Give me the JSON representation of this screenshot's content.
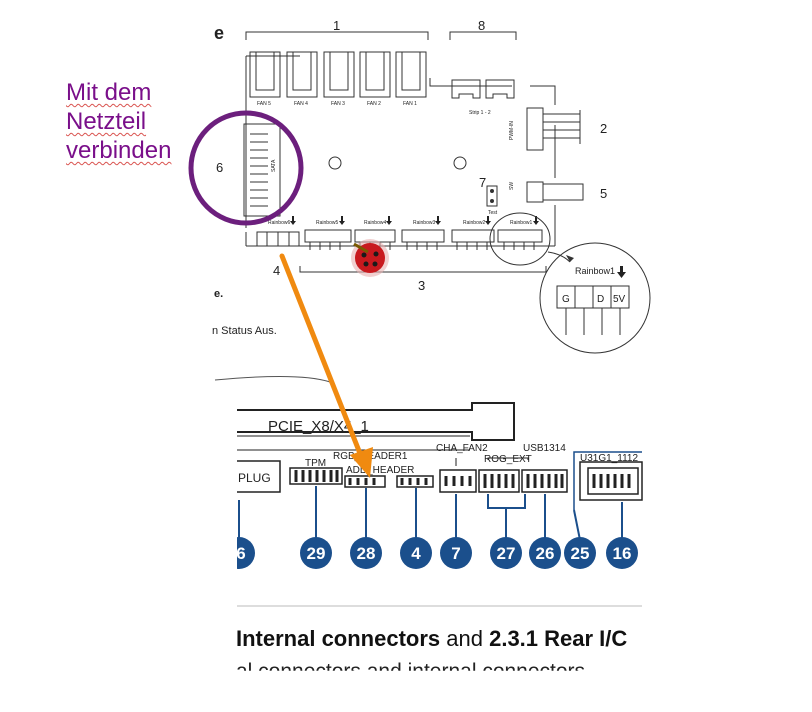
{
  "annotation": {
    "note_lines": [
      "Mit dem",
      "Netzteil",
      "verbinden"
    ],
    "circle_color": "#6c1f7d",
    "arrow_color": "#f08a10"
  },
  "controller": {
    "header_letter": "e",
    "callouts": {
      "c1": "1",
      "c8": "8",
      "c2": "2",
      "c6": "6",
      "c7": "7",
      "c5": "5",
      "c4": "4",
      "c3": "3"
    },
    "fan_labels": [
      "FAN 5",
      "FAN 4",
      "FAN 3",
      "FAN 2",
      "FAN 1"
    ],
    "strip_label": "Strip 1 - 2",
    "pwm_in_label": "PWM-IN",
    "sata_label": "SATA",
    "sw_label": "SW",
    "test_label": "Test",
    "rainbow_labels": [
      "Rainbow6",
      "Rainbow5",
      "Rainbow4",
      "Rainbow3",
      "Rainbow2",
      "Rainbow1"
    ],
    "zoom_title": "Rainbow1",
    "zoom_pins": [
      "G",
      "",
      "D",
      "5V"
    ],
    "side_text_1": "e.",
    "side_text_2": "n Status Aus."
  },
  "motherboard": {
    "slot_label": "PCIE_X8/X4_1",
    "connectors": {
      "plug": "PLUG",
      "tpm": "TPM",
      "rgb_header": "RGB_HEADER1",
      "add_header": "ADD_HEADER",
      "cha_fan": "CHA_FAN2",
      "rog_ext": "ROG_EXT",
      "usb1314": "USB1314",
      "u31g1": "U31G1_1112"
    },
    "badges": [
      "6",
      "29",
      "28",
      "4",
      "7",
      "27",
      "26",
      "25",
      "16"
    ],
    "badge_color": "#1b4f8c"
  },
  "footer": {
    "heading_bold_1": "Internal connectors",
    "heading_mid": " and ",
    "heading_bold_2": "2.3.1 Rear I/C",
    "subtext": "al connectors and internal connectors"
  }
}
